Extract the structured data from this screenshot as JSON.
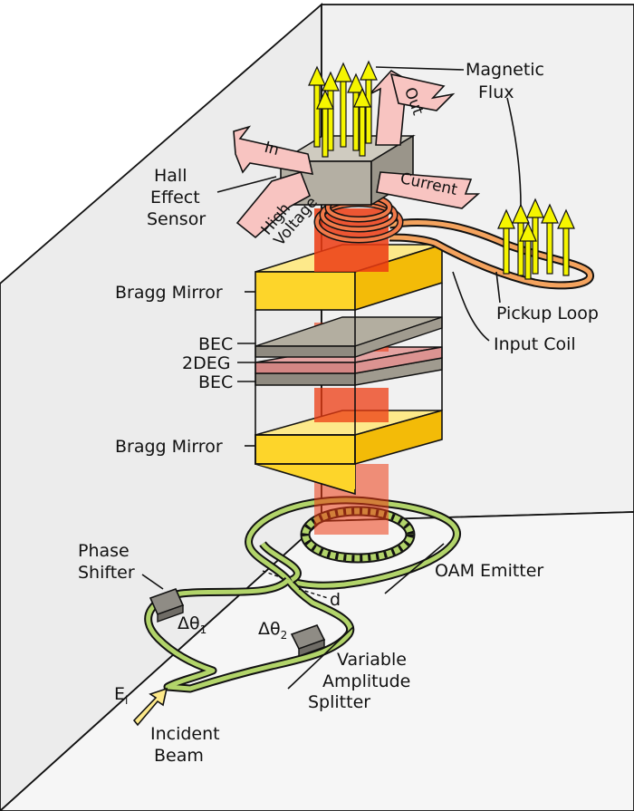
{
  "labels": {
    "magnetic_flux_1": "Magnetic",
    "magnetic_flux_2": "Flux",
    "in_arrow": "In",
    "out_arrow": "Out",
    "current_arrow": "Current",
    "high_voltage_1": "High",
    "high_voltage_2": "Voltage",
    "hall_1": "Hall",
    "hall_2": "Effect",
    "hall_3": "Sensor",
    "bragg_top": "Bragg Mirror",
    "bec_top": "BEC",
    "twodeg": "2DEG",
    "bec_bottom": "BEC",
    "bragg_bottom": "Bragg Mirror",
    "pickup_loop": "Pickup Loop",
    "input_coil": "Input Coil",
    "phase_shifter_1": "Phase",
    "phase_shifter_2": "Shifter",
    "oam_emitter": "OAM Emitter",
    "distance": "d",
    "delta_theta": "Δθ",
    "sub_1": "1",
    "sub_2": "2",
    "vas_1": "Variable",
    "vas_2": "Amplitude",
    "vas_3": "Splitter",
    "field_e": "E",
    "field_sub": "i",
    "incident_1": "Incident",
    "incident_2": "Beam"
  },
  "colors": {
    "wall": "#ececec",
    "floor": "#f4f4f4",
    "mirror_front": "#fdd52a",
    "mirror_top": "#fde98a",
    "mirror_side": "#f3bb08",
    "bec_slab": "#b3aea0",
    "twodeg_slab": "#e4a3a2",
    "beam": "#ec3b12",
    "sensor": "#b4afa3",
    "pink_arrow": "#f8c4c1",
    "flux_arrow": "#f5f500",
    "coil": "#f4a35e",
    "waveguide": "#b2d46a"
  }
}
